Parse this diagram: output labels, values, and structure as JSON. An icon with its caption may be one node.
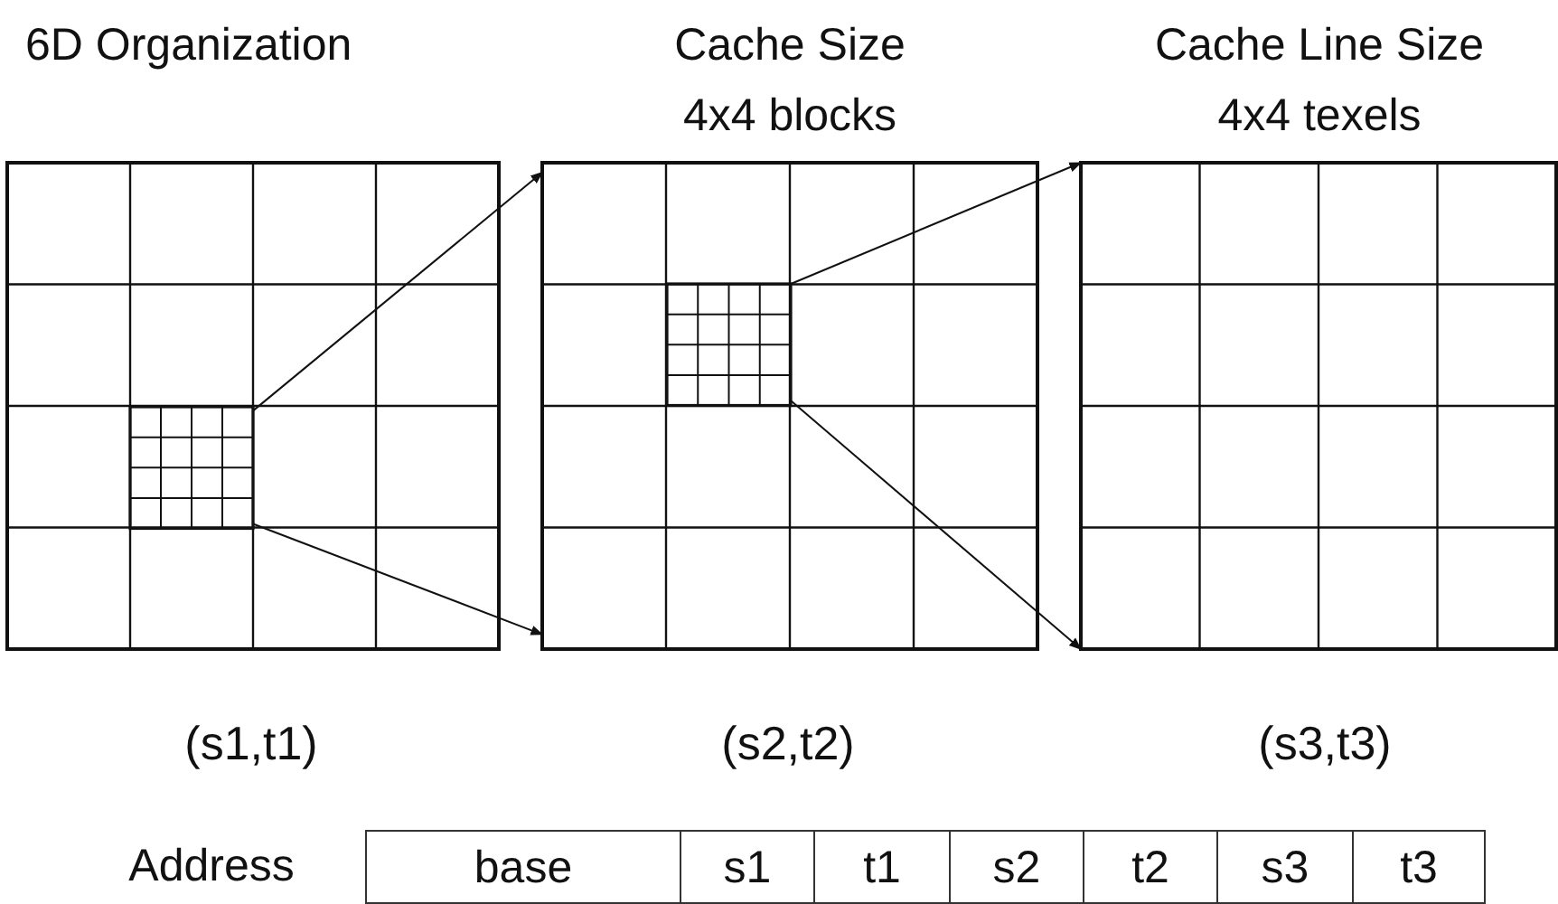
{
  "diagram": {
    "nodes": [
      {
        "text": [
          "6D Organization"
        ],
        "beside": [
          "(s1,t1)"
        ]
      },
      {
        "text": [],
        "shape": "box",
        "in": 0
      },
      {
        "text": [
          "Cache Size 4x4 blocks"
        ],
        "beside": [
          "(s2,t2)"
        ]
      },
      {
        "text": [],
        "shape": "box",
        "in": 2
      },
      {
        "text": [
          "Cache Line Size 4x4 texels"
        ],
        "beside": [
          "(s3,t3)"
        ]
      }
    ],
    "edges": [
      {
        "from": 1,
        "to": 2,
        "arrow": "to"
      },
      {
        "from": 1,
        "to": 2,
        "arrow": "to"
      },
      {
        "from": 3,
        "to": 4,
        "arrow": "to"
      },
      {
        "from": 3,
        "to": 4,
        "arrow": "to"
      }
    ],
    "labels": [
      "Address",
      "base",
      "s1",
      "t1",
      "s2",
      "t2",
      "s3",
      "t3"
    ]
  }
}
